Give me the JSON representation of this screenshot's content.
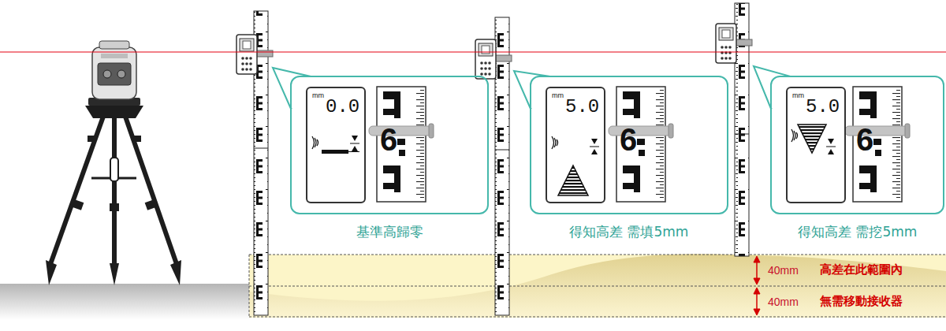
{
  "diagram": {
    "nodes": [
      {
        "text": [
          "基準高歸零"
        ]
      },
      {
        "text": [
          "mm",
          "0.0"
        ],
        "in": 0
      },
      {
        "text": [
          "得知高差 需填5mm"
        ]
      },
      {
        "text": [
          "mm",
          "5.0"
        ],
        "in": 2
      },
      {
        "text": [
          "得知高差 需挖5mm"
        ]
      },
      {
        "text": [
          "mm",
          "5.0"
        ],
        "in": 4
      }
    ],
    "labels": [
      "6",
      "6",
      "6",
      "40mm",
      "高差在此範圍內",
      "40mm",
      "無需移動接收器"
    ]
  }
}
